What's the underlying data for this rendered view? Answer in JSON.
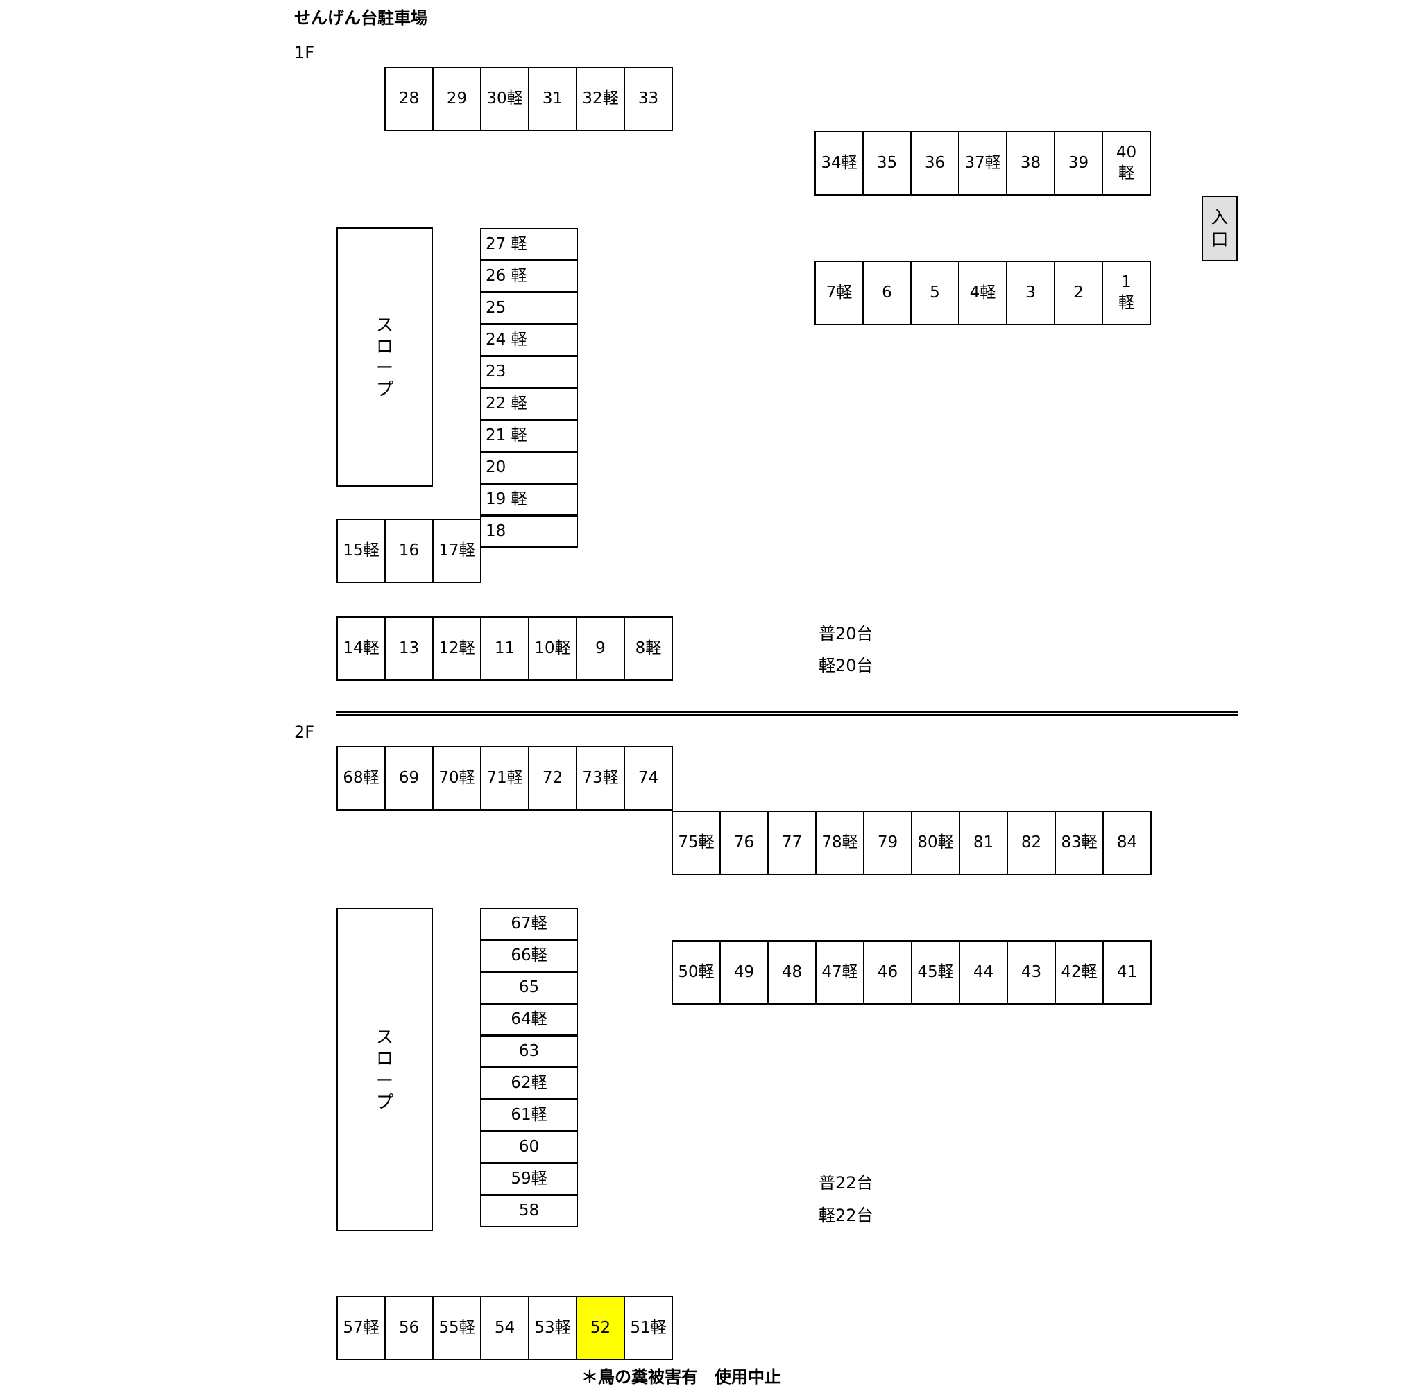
{
  "title": "せんげん台駐車場",
  "floor1": {
    "label": "1F",
    "slope": "スロープ",
    "entrance": "入口",
    "count_regular": "普20台",
    "count_kei": "軽20台",
    "stalls": [
      "28",
      "29",
      "30軽",
      "31",
      "32軽",
      "33",
      "34軽",
      "35",
      "36",
      "37軽",
      "38",
      "39",
      "40\n軽",
      "7軽",
      "6",
      "5",
      "4軽",
      "3",
      "2",
      "1\n軽",
      "27 軽",
      "26 軽",
      "25",
      "24 軽",
      "23",
      "22 軽",
      "21 軽",
      "20",
      "19 軽",
      "18",
      "15軽",
      "16",
      "17軽",
      "14軽",
      "13",
      "12軽",
      "11",
      "10軽",
      "9",
      "8軽"
    ]
  },
  "floor2": {
    "label": "2F",
    "slope": "スロープ",
    "count_regular": "普22台",
    "count_kei": "軽22台",
    "stalls": [
      "68軽",
      "69",
      "70軽",
      "71軽",
      "72",
      "73軽",
      "74",
      "75軽",
      "76",
      "77",
      "78軽",
      "79",
      "80軽",
      "81",
      "82",
      "83軽",
      "84",
      "67軽",
      "66軽",
      "65",
      "64軽",
      "63",
      "62軽",
      "61軽",
      "60",
      "59軽",
      "58",
      "50軽",
      "49",
      "48",
      "47軽",
      "46",
      "45軽",
      "44",
      "43",
      "42軽",
      "41",
      "57軽",
      "56",
      "55軽",
      "54",
      "53軽",
      "52",
      "51軽"
    ]
  },
  "highlighted_stall": "52",
  "highlight_color": "#ffff00",
  "note": "＊鳥の糞被害有　使用中止"
}
